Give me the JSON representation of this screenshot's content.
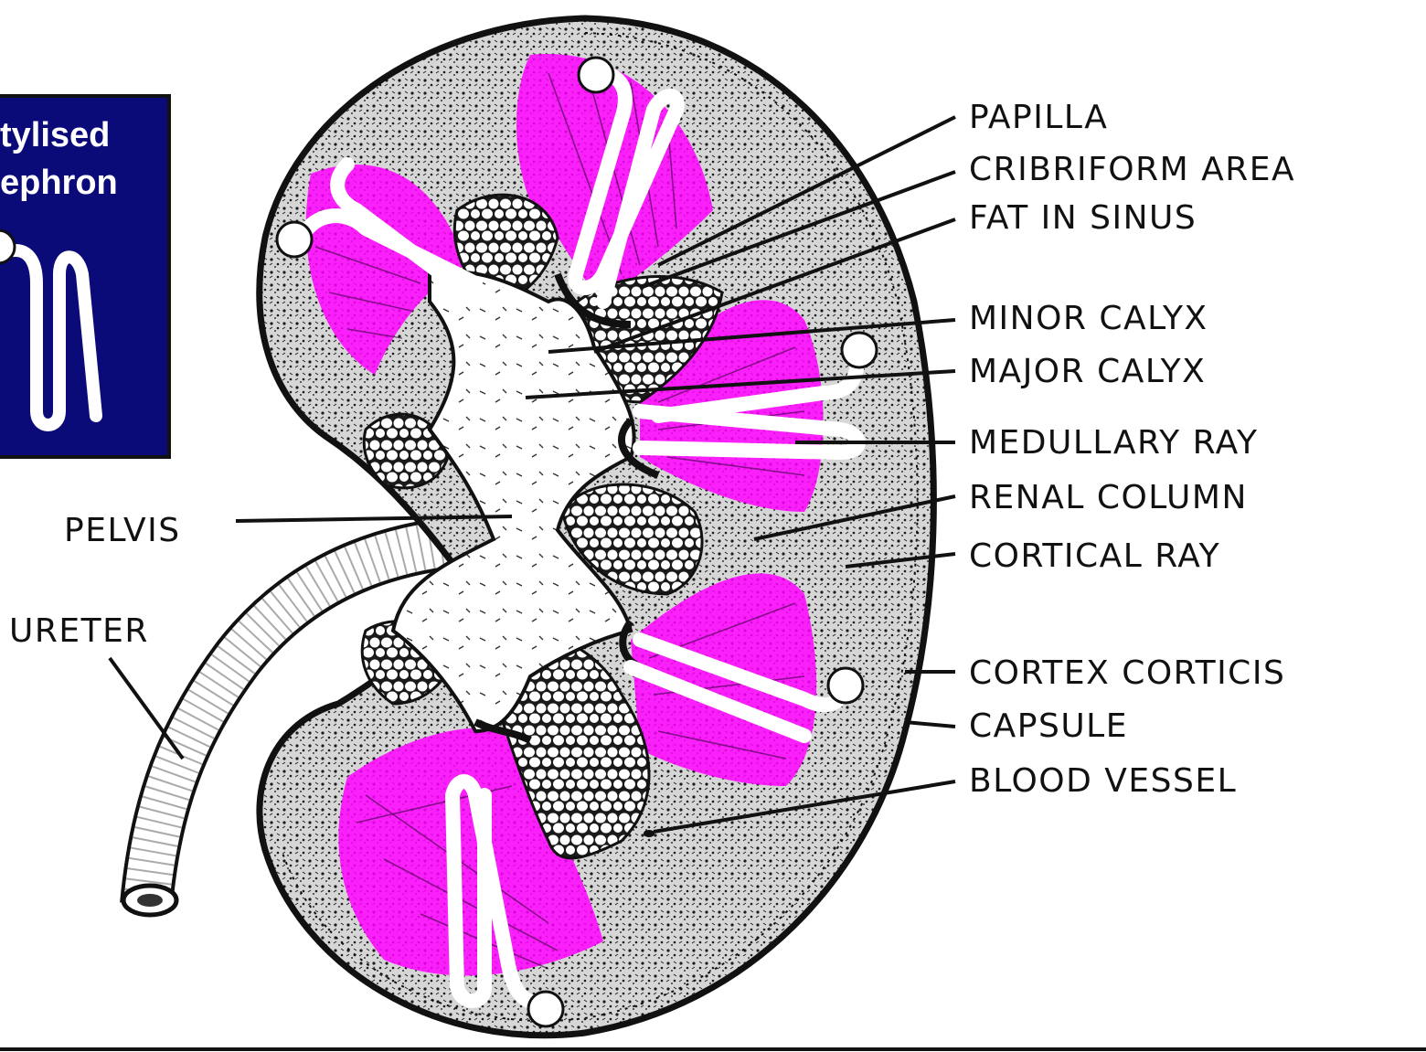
{
  "legend": {
    "title_line1": "tylised",
    "title_line2": "ephron"
  },
  "labels": {
    "papilla": "PAPILLA",
    "cribriform_area": "CRIBRIFORM AREA",
    "fat_in_sinus": "FAT IN SINUS",
    "minor_calyx": "MINOR CALYX",
    "major_calyx": "MAJOR CALYX",
    "medullary_ray": "MEDULLARY RAY",
    "renal_column": "RENAL COLUMN",
    "cortical_ray": "CORTICAL RAY",
    "cortex_corticis": "CORTEX CORTICIS",
    "capsule": "CAPSULE",
    "blood_vessel": "BLOOD VESSEL",
    "pelvis": "PELVIS",
    "ureter": "URETER"
  },
  "colors": {
    "legend_bg": "#0a0a78",
    "pyramid": "#ff00ff",
    "nephron": "#ffffff",
    "ink": "#111111",
    "cortex": "#cfcfcf"
  }
}
